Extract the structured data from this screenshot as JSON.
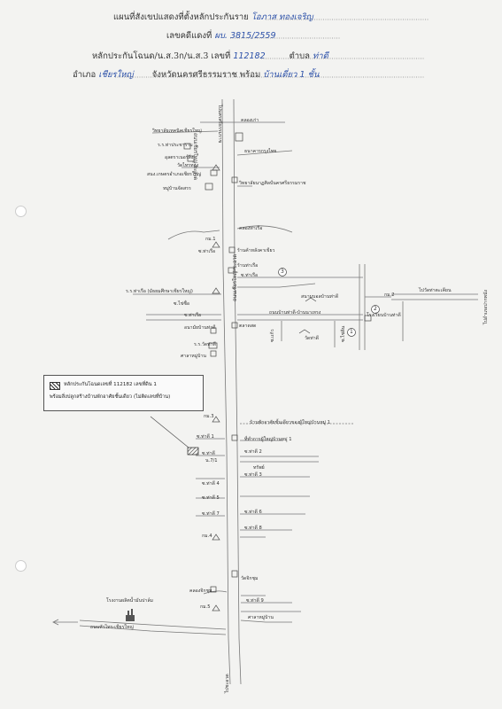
{
  "header": {
    "title_prefix": "แผนที่สังเขปแสดงที่ตั้งหลักประกันราย",
    "title_name": "โอภาส ทองเจริญ",
    "case_prefix": "เลขคดีแดงที่",
    "case_no": "ผบ. 3815/2559",
    "collateral_prefix": "หลักประกันโฉนด/น.ส.3ก/น.ส.3 เลขที่",
    "deed_no": "112182",
    "tambon_prefix": "ตำบล",
    "tambon": "ท่าดี",
    "amphoe_prefix": "อำเภอ",
    "amphoe": "เชียรใหญ่",
    "province_text": "จังหวัดนครศรีธรรมราช พร้อม",
    "with_text": "บ้านเดี่ยว 1 ชั้น"
  },
  "legend": {
    "line1": "หลักประกันโฉนดเลขที่ 112182 เลขที่ดิน 1",
    "line2": "พร้อมสิ่งปลูกสร้างบ้านพักอาศัยชั้นเดียว (ไม่ติดเลขที่บ้าน)"
  },
  "labels": {
    "road_main": "ถนนเชียรใหญ่-ชะอวด",
    "road_main_lower": "ถนนเชียรใหญ่-ชะอวด",
    "to_chawat": "ไปชะอวด",
    "to_nakhon": "ไปนครศรีธรรมราช",
    "to_pak_phanang": "ไปอำเภอปากพนัง",
    "khlong_top": "คลองเก่า",
    "school1": "วิทยาลัยเทคนิคเชียรใหญ่",
    "sch_thaphraya": "ร.ร.ท่าประชาราม",
    "hospital": "อุลตราเนอร์สิ่ง",
    "bldg1": "สหกรณ์ออมทรัพย์",
    "bank": "ธนาคารกรุงไทย",
    "wat_top": "วัดไทรทอง",
    "bank2": "สนง.เกษตรอำเภอเชียรใหญ่",
    "village": "หมู่บ้านจัดสรร",
    "college2": "วิทยาลัยนาฏศิลป์นครศรีธรรมราช",
    "khlong2": "คลองท่าเรือ",
    "km1": "กม.1",
    "soi_ta_ruea": "ซ.ท่าเรือ",
    "shop": "ร้านค้าหลังคาเขียว",
    "store2": "ร้านท่าเรือ",
    "soi_ta_ruea2": "ซ.ท่าเรือ",
    "sch_big": "ร.ร.ท่าเรือ (มัธยมศึกษาเชียรใหญ่)",
    "soi_khai": "ซ.ไข่ซื่อ",
    "sch_ban_tha": "สนามบอลบ้านท่าดี",
    "soi_ta_ruea3": "ซ.ท่าเรือ",
    "to_wat_nong": "ไปวัดท่าตะเคียน",
    "market": "ตลาดสด",
    "km2": "กม.2",
    "road_dee": "ถนนบ้านท่าดี-บ้านนาเหรง",
    "school_ban": "โรงเรียนบ้านท่าดี",
    "wat_tha_dee": "วัดท่าดี",
    "health": "อนามัยบ้านท่าดี",
    "soi_kae": "ซ.แก้ว",
    "sch_wat": "ร.ร.วัดท่าดี",
    "soi_din": "ซ.ไข่ดิน",
    "km3": "กม.3",
    "house_note": "บ้านพักอาศัยชั้นเดียวของผู้ใหญ่บ้านหมู่ 1",
    "house_note2": "ที่ทำการผู้ใหญ่บ้านหมู่ 1",
    "soi_1": "ซ.ท่าดี 1",
    "soi_tha_dee": "ซ.ท่าดี",
    "soi_tha_dee2": "ซ.ท่าดี 2",
    "soi_rd": "น.7/1",
    "subj": "ทรัพย์",
    "soi_3": "ซ.ท่าดี 3",
    "temple": "ศาลาหมู่บ้าน",
    "soi_4": "ซ.ท่าดี 4",
    "soi_5": "ซ.ท่าดี 5",
    "soi_6": "ซ.ท่าดี 6",
    "soi_7": "ซ.ท่าดี 7",
    "soi_8": "ซ.ท่าดี 8",
    "km4": "กม.4",
    "wat_ri": "วัดจิกชุม",
    "khlong_chik": "คลองจิกชุม",
    "km5": "กม.5",
    "factory": "โรงงานผลิตน้ำมันปาล์ม",
    "road_bottom": "ถนนหัวไทร-เชียรใหญ่",
    "soi_last": "ซ.ท่าดี 9",
    "circle1": "1",
    "circle2": "2",
    "circle3": "3"
  },
  "colors": {
    "ink": "#6a6a6a",
    "hand_ink": "#2a4fa8",
    "paper": "#f3f3f1"
  }
}
